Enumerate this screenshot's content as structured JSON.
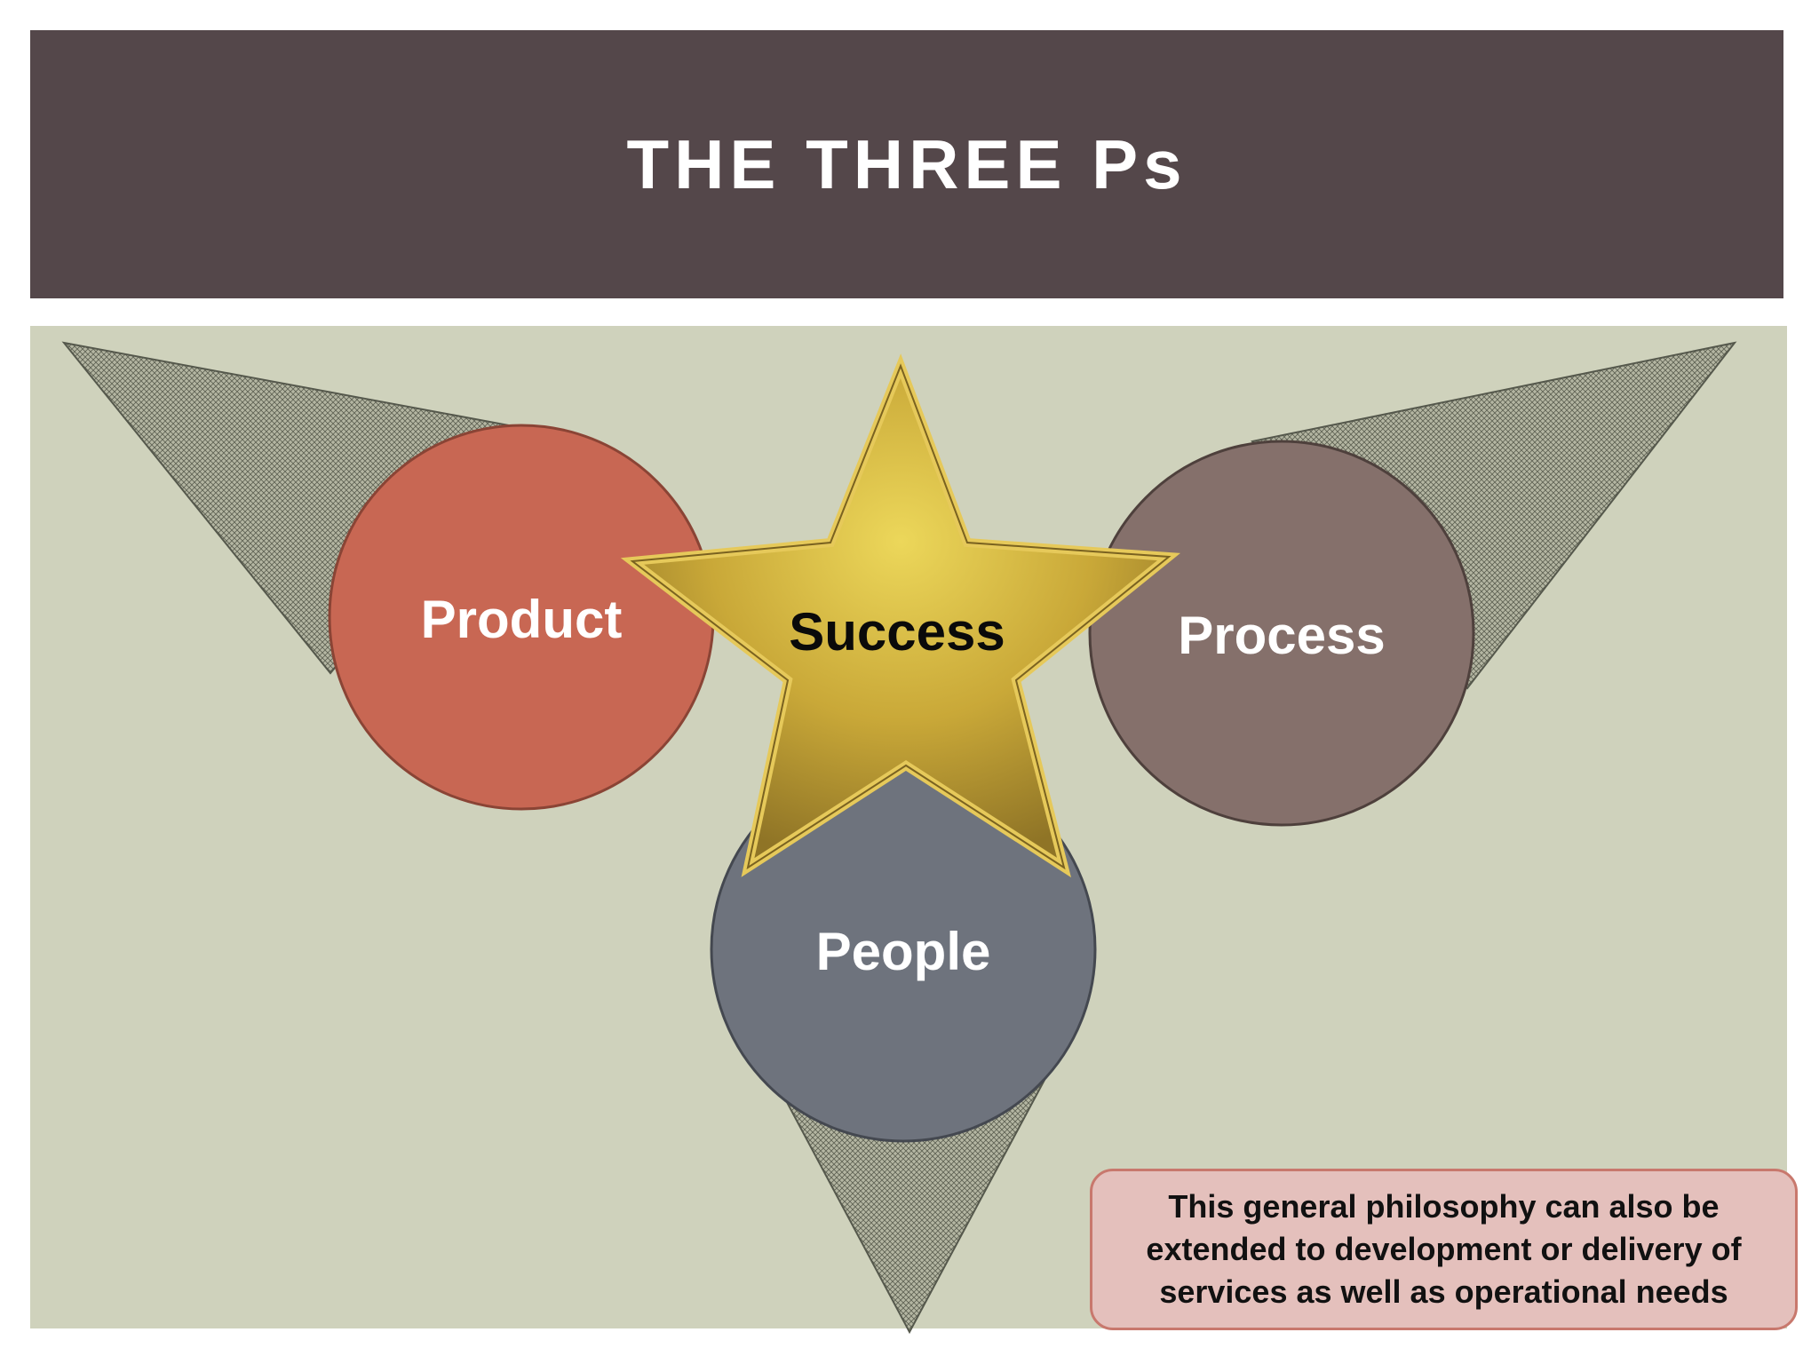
{
  "slide": {
    "title": "THE THREE Ps"
  },
  "diagram": {
    "center": {
      "label": "Success",
      "shape": "star-icon",
      "color": "#c9a838"
    },
    "nodes": [
      {
        "label": "Product",
        "color": "#c86753"
      },
      {
        "label": "Process",
        "color": "#85706b"
      },
      {
        "label": "People",
        "color": "#6e737d"
      }
    ]
  },
  "note": {
    "text": "This general philosophy can also be extended to development or delivery of services as well as operational needs"
  },
  "colors": {
    "title_bar": "#54474a",
    "background": "#cfd2bc",
    "note_fill": "#e4c0bc",
    "note_border": "#c8786d"
  }
}
